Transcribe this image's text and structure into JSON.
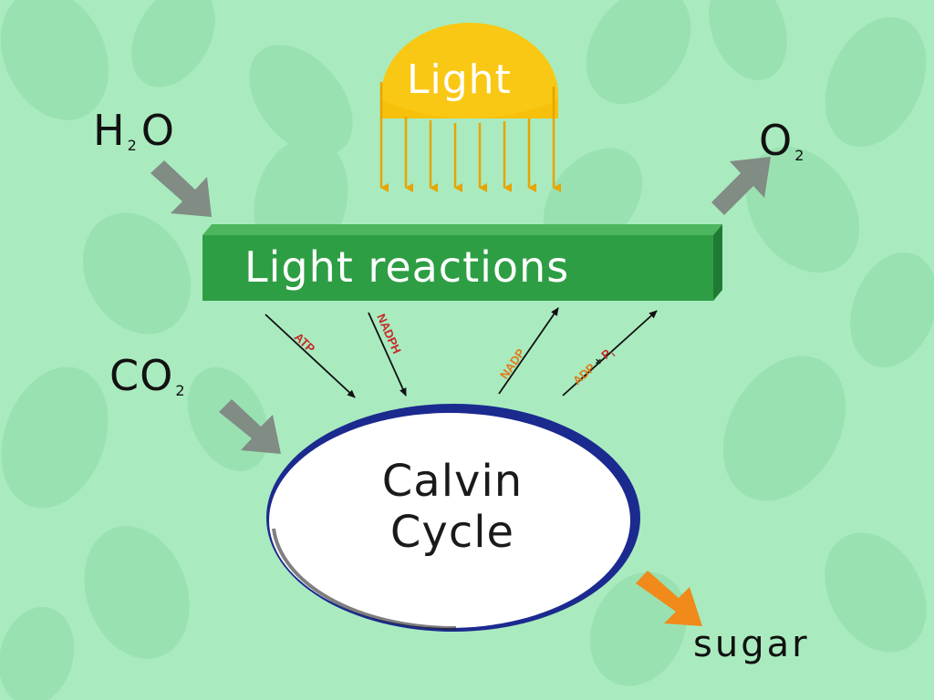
{
  "diagram": {
    "sun_label": "Light",
    "inputs": {
      "h2o": {
        "main": "H",
        "sub": "2",
        "tail": "O"
      },
      "co2": {
        "main": "CO",
        "sub": "2"
      }
    },
    "outputs": {
      "o2": {
        "main": "O",
        "sub": "2"
      },
      "sugar": "sugar"
    },
    "light_reactions_label": "Light reactions",
    "calvin_cycle_label": {
      "line1": "Calvin",
      "line2": "Cycle"
    },
    "molecules": {
      "atp": "ATP",
      "nadph": "NADPH",
      "nadp": "NADP",
      "adp": "ADP",
      "plus": "+",
      "pi": "P",
      "pi_sub": "i"
    }
  },
  "colors": {
    "background": "#a9ebbf",
    "leaf": "#8fd9a7",
    "sun": "#f7c00a",
    "sun_rays": "#e8a400",
    "light_reactions_box": "#2e9e44",
    "light_reactions_box_side": "#1f7a32",
    "calvin_fill": "#ffffff",
    "calvin_border": "#1b2a8f",
    "grey_arrow": "#808c84",
    "orange_arrow": "#f08a1a",
    "molecule_red": "#c62828",
    "molecule_orange": "#e07a1a"
  }
}
